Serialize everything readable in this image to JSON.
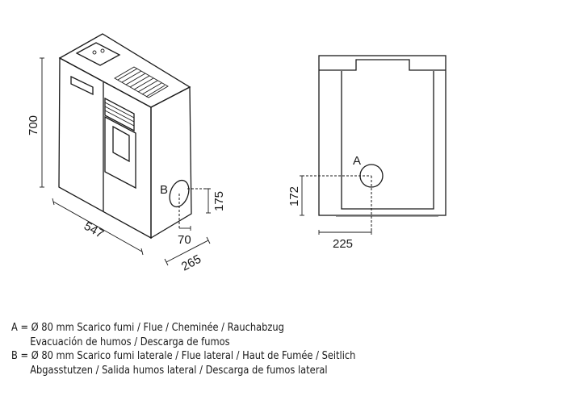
{
  "dimensions": {
    "height": "700",
    "width": "547",
    "depth": "265",
    "side_outlet_height": "175",
    "side_outlet_offset": "70",
    "rear_outlet_height": "172",
    "rear_outlet_offset": "225"
  },
  "labels": {
    "a": "A",
    "b": "B"
  },
  "legend": [
    {
      "line1": "A = Ø 80 mm  Scarico fumi / Flue / Cheminée / Rauchabzug",
      "line2": "Evacuación de humos / Descarga de fumos"
    },
    {
      "line1": "B = Ø 80 mm   Scarico fumi laterale / Flue lateral / Haut de Fumée / Seitlich",
      "line2": "Abgasstutzen / Salida humos lateral / Descarga de fumos lateral"
    }
  ]
}
